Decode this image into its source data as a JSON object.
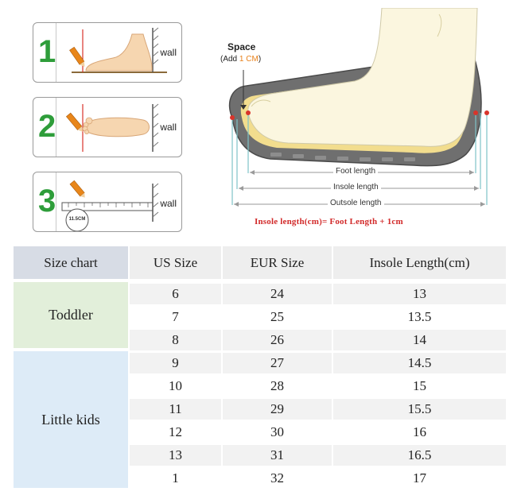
{
  "steps": [
    {
      "number": "1",
      "wall": "wall"
    },
    {
      "number": "2",
      "wall": "wall"
    },
    {
      "number": "3",
      "wall": "wall",
      "badge": "11.5CM"
    }
  ],
  "diagram": {
    "space_title": "Space",
    "space_prefix": "(Add ",
    "space_value": "1 CM",
    "space_suffix": ")",
    "foot_length": "Foot length",
    "insole_length": "Insole length",
    "outsole_length": "Outsole length",
    "formula": "Insole length(cm)= Foot Length + 1cm"
  },
  "colors": {
    "step_number": "#2e9d3a",
    "formula": "#d22a2a",
    "space_highlight": "#e8801a",
    "toddler_group": "#e2efda",
    "kids_group": "#ddebf7",
    "header_first": "#d7dce5"
  },
  "table": {
    "headers": [
      "Size chart",
      "US Size",
      "EUR Size",
      "Insole Length(cm)"
    ],
    "groups": [
      {
        "name": "Toddler",
        "rows": 3
      },
      {
        "name": "Little kids",
        "rows": 6
      }
    ],
    "rows": [
      {
        "us": "6",
        "eur": "24",
        "insole": "13"
      },
      {
        "us": "7",
        "eur": "25",
        "insole": "13.5"
      },
      {
        "us": "8",
        "eur": "26",
        "insole": "14"
      },
      {
        "us": "9",
        "eur": "27",
        "insole": "14.5"
      },
      {
        "us": "10",
        "eur": "28",
        "insole": "15"
      },
      {
        "us": "11",
        "eur": "29",
        "insole": "15.5"
      },
      {
        "us": "12",
        "eur": "30",
        "insole": "16"
      },
      {
        "us": "13",
        "eur": "31",
        "insole": "16.5"
      },
      {
        "us": "1",
        "eur": "32",
        "insole": "17"
      }
    ]
  }
}
